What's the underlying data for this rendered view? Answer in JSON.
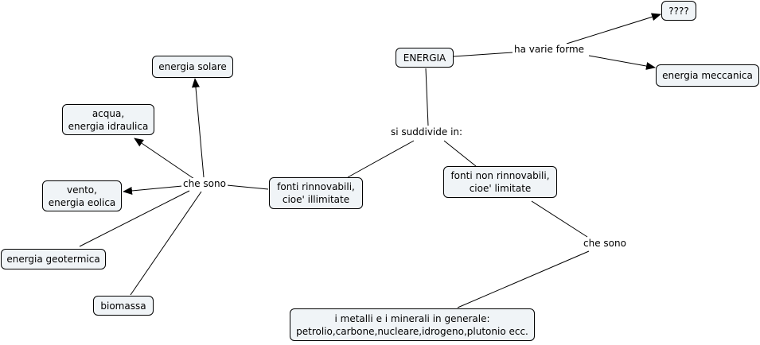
{
  "nodes": {
    "energia": "ENERGIA",
    "unknown": "????",
    "meccanica": "energia meccanica",
    "solare": "energia solare",
    "idraulica": "acqua,\nenergia idraulica",
    "eolica": "vento,\nenergia eolica",
    "geotermica": "energia geotermica",
    "biomassa": "biomassa",
    "rinnovabili": "fonti rinnovabili,\ncioe' illimitate",
    "non_rinnovabili": "fonti non rinnovabili,\ncioe' limitate",
    "metalli": "i metalli e i minerali in generale:\npetrolio,carbone,nucleare,idrogeno,plutonio ecc."
  },
  "links": {
    "ha_varie_forme": "ha varie forme",
    "si_suddivide_in": "si suddivide in:",
    "che_sono_left": "che sono",
    "che_sono_right": "che sono"
  }
}
